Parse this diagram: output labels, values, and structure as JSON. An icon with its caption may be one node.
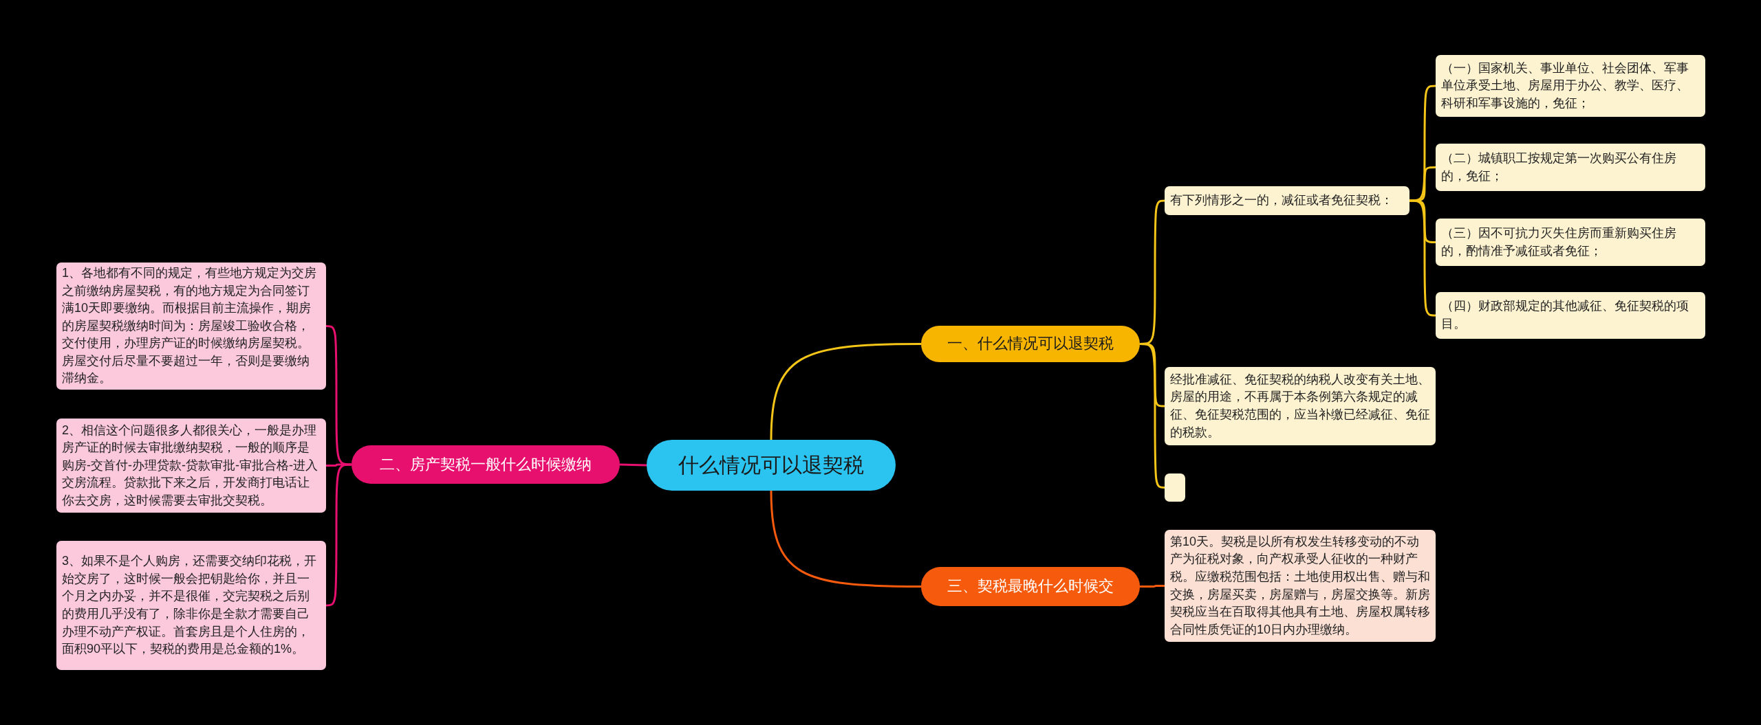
{
  "diagram": {
    "nodes": [
      {
        "text": [
          "什么情况可以退契税"
        ]
      },
      {
        "text": [
          "一、什么情况可以退契税"
        ]
      },
      {
        "text": [
          "有下列情形之一的，减征或者免征契税："
        ]
      },
      {
        "text": [
          "（一）国家机关、事业单位、社会团体、军事单位承受土地、房屋用于办公、教学、医疗、科研和军事设施的，免征；"
        ]
      },
      {
        "text": [
          "（二）城镇职工按规定第一次购买公有住房的，免征；"
        ]
      },
      {
        "text": [
          "（三）因不可抗力灭失住房而重新购买住房的，酌情准予减征或者免征；"
        ]
      },
      {
        "text": [
          "（四）财政部规定的其他减征、免征契税的项目。"
        ]
      },
      {
        "text": [
          "经批准减征、免征契税的纳税人改变有关土地、房屋的用途，不再属于本条例第六条规定的减征、免征契税范围的，应当补缴已经减征、免征的税款。"
        ]
      },
      {
        "text": [],
        "shape": "box"
      },
      {
        "text": [
          "二、房产契税一般什么时候缴纳"
        ]
      },
      {
        "text": [
          "1、各地都有不同的规定，有些地方规定为交房之前缴纳房屋契税，有的地方规定为合同签订满10天即要缴纳。而根据目前主流操作，期房的房屋契税缴纳时间为：房屋竣工验收合格，交付使用，办理房产证的时候缴纳房屋契税。房屋交付后尽量不要超过一年，否则是要缴纳滞纳金。"
        ]
      },
      {
        "text": [
          "2、相信这个问题很多人都很关心，一般是办理房产证的时候去审批缴纳契税，一般的顺序是购房-交首付-办理贷款-贷款审批-审批合格-进入交房流程。贷款批下来之后，开发商打电话让你去交房，这时候需要去审批交契税。"
        ]
      },
      {
        "text": [
          "3、如果不是个人购房，还需要交纳印花税，开始交房了，这时候一般会把钥匙给你，并且一个月之内办妥，并不是很催，交完契税之后别的费用几乎没有了，除非你是全款才需要自己办理不动产产权证。首套房且是个人住房的，面积90平以下，契税的费用是总金额的1%。"
        ]
      },
      {
        "text": [
          "三、契税最晚什么时候交"
        ]
      },
      {
        "text": [
          "第10天。契税是以所有权发生转移变动的不动产为征税对象，向产权承受人征收的一种财产税。应缴税范围包括：土地使用权出售、赠与和交换，房屋买卖，房屋赠与，房屋交换等。新房契税应当在百取得其他具有土地、房屋权属转移合同性质凭证的10日内办理缴纳。"
        ]
      }
    ],
    "edges": [
      {
        "from": 0,
        "to": 1,
        "arrow": "none"
      },
      {
        "from": 1,
        "to": 2,
        "arrow": "none"
      },
      {
        "from": 2,
        "to": 3,
        "arrow": "none"
      },
      {
        "from": 2,
        "to": 4,
        "arrow": "none"
      },
      {
        "from": 2,
        "to": 5,
        "arrow": "none"
      },
      {
        "from": 2,
        "to": 6,
        "arrow": "none"
      },
      {
        "from": 1,
        "to": 7,
        "arrow": "none"
      },
      {
        "from": 1,
        "to": 8,
        "arrow": "none"
      },
      {
        "from": 0,
        "to": 9,
        "arrow": "none",
        "color": "#e8106f"
      },
      {
        "from": 9,
        "to": 10,
        "arrow": "none",
        "color": "#e8106f"
      },
      {
        "from": 9,
        "to": 11,
        "arrow": "none",
        "color": "#e8106f"
      },
      {
        "from": 9,
        "to": 12,
        "arrow": "none",
        "color": "#e8106f"
      },
      {
        "from": 0,
        "to": 13,
        "arrow": "none",
        "color": "#f65a0d"
      },
      {
        "from": 13,
        "to": 14,
        "arrow": "none",
        "color": "#f65a0d"
      }
    ]
  }
}
